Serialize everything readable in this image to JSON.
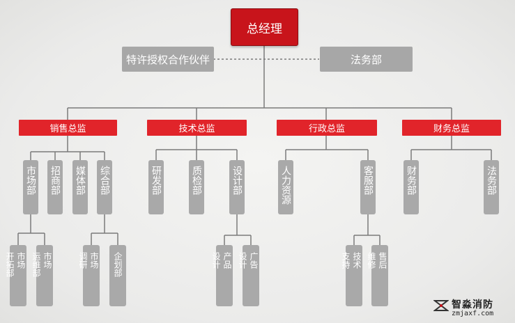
{
  "root": {
    "label": "总经理"
  },
  "side": {
    "left": "特许授权合作伙伴",
    "right": "法务部"
  },
  "directors": [
    {
      "label": "销售总监",
      "departments": [
        "市场部",
        "招商部",
        "媒体部",
        "综合部"
      ]
    },
    {
      "label": "技术总监",
      "departments": [
        "研发部",
        "质检部",
        "设计部"
      ]
    },
    {
      "label": "行政总监",
      "departments": [
        "人力资源",
        "客服部"
      ]
    },
    {
      "label": "财务总监",
      "departments": [
        "财务部",
        "法务部"
      ]
    }
  ],
  "subunits": {
    "market": [
      "市场开拓部",
      "市场运维部"
    ],
    "general": [
      "市场调研",
      "企划部"
    ],
    "design": [
      "产品设计",
      "广告设计"
    ],
    "service": [
      "技术支持",
      "售后维修"
    ]
  },
  "watermark": {
    "name": "智淼消防",
    "url": "zmjaxf.com"
  },
  "colors": {
    "red": "#e1242a",
    "dark_red": "#c8141b",
    "gray": "#a9a9a9",
    "line": "#7a7a7a"
  }
}
